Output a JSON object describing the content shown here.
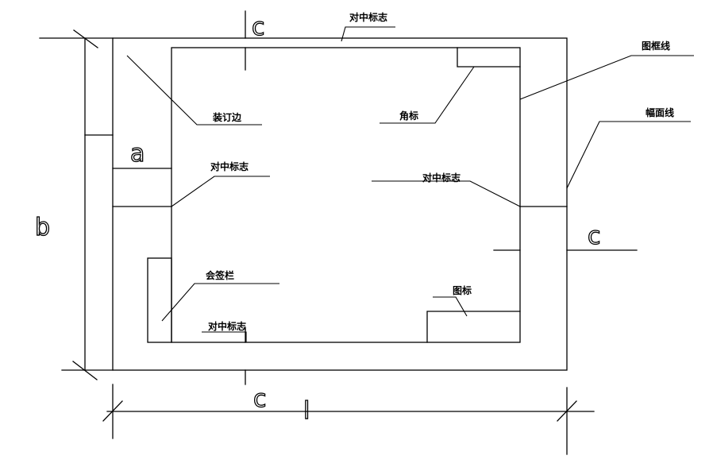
{
  "labels": {
    "center_mark_top": "对中标志",
    "center_mark_left": "对中标志",
    "center_mark_right": "对中标志",
    "center_mark_bottom": "对中标志",
    "frame_line": "图框线",
    "sheet_edge_line": "幅面线",
    "binding_margin": "装订边",
    "corner_mark": "角标",
    "countersign_block": "会签栏",
    "title_block": "图标"
  },
  "dimensions": {
    "a": "a",
    "b": "b",
    "c_top": "c",
    "c_right": "c",
    "c_bottom": "c",
    "l": "l"
  }
}
